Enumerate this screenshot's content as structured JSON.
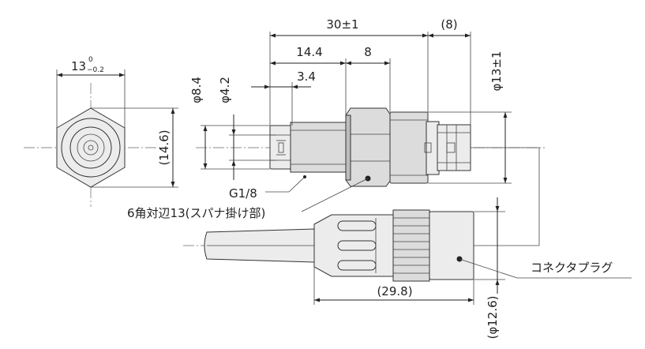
{
  "dimensions": {
    "hex_width": "13",
    "hex_tol_upper": "0",
    "hex_tol_lower": "−0.2",
    "hex_height": "(14.6)",
    "phi_8_4": "φ8.4",
    "phi_4_2": "φ4.2",
    "len_30": "30±1",
    "len_8_paren": "(8)",
    "len_14_4": "14.4",
    "len_8": "8",
    "len_3_4": "3.4",
    "phi_13": "φ13±1",
    "len_29_8": "(29.8)",
    "phi_12_6": "(φ12.6)"
  },
  "labels": {
    "thread": "G1/8",
    "hex_note": "6角対辺13(スパナ掛け部)",
    "connector": "コネクタプラグ"
  }
}
